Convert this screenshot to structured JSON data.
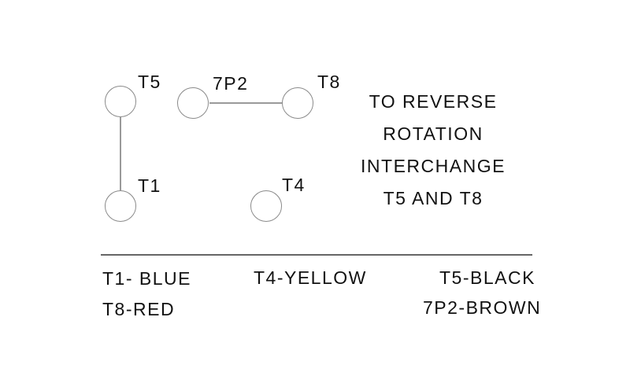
{
  "diagram": {
    "title": "motor-terminal-wiring-diagram",
    "terminals": [
      {
        "id": "T5",
        "label": "T5"
      },
      {
        "id": "T1",
        "label": "T1"
      },
      {
        "id": "7P2",
        "label": "7P2"
      },
      {
        "id": "T8",
        "label": "T8"
      },
      {
        "id": "T4",
        "label": "T4"
      }
    ],
    "connections": [
      {
        "from": "T5",
        "to": "T1"
      },
      {
        "from": "7P2",
        "to": "T8"
      }
    ],
    "note_lines": [
      "TO REVERSE",
      "ROTATION",
      "INTERCHANGE",
      "T5 AND T8"
    ]
  },
  "legend": {
    "items": [
      {
        "terminal": "T1",
        "text": "T1- BLUE"
      },
      {
        "terminal": "T4",
        "text": "T4-YELLOW"
      },
      {
        "terminal": "T5",
        "text": "T5-BLACK"
      },
      {
        "terminal": "T8",
        "text": "T8-RED"
      },
      {
        "terminal": "7P2",
        "text": "7P2-BROWN"
      }
    ]
  },
  "colors": {
    "background": "#ffffff",
    "text": "#111111",
    "circle_stroke": "#8a8a8a",
    "wire": "#9a9a9a",
    "divider": "#666666"
  }
}
